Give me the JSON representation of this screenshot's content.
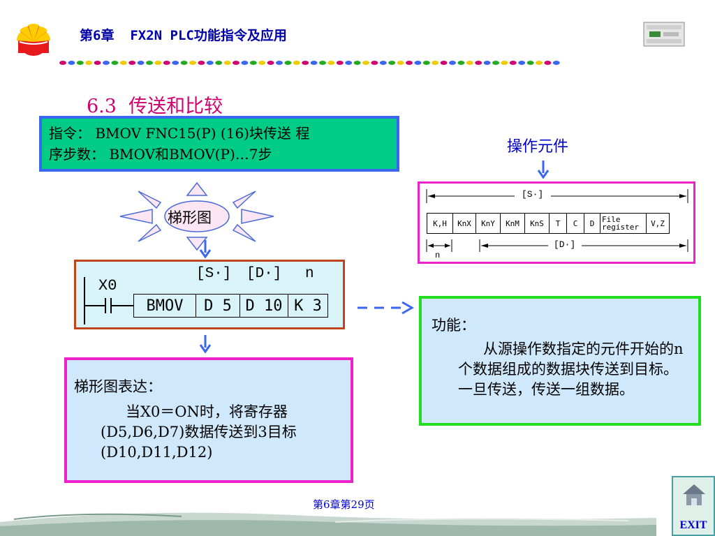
{
  "header": {
    "chapter_title": "第6章  FX2N PLC功能指令及应用"
  },
  "section_title": "6.3  传送和比较",
  "instruction": {
    "line1": "指令： BMOV FNC15(P) (16)块传送 程",
    "line2": "序步数： BMOV和BMOV(P)…7步"
  },
  "operand": {
    "label": "操作元件",
    "s_label": "[S·]",
    "d_label": "[D·]",
    "n_label": "n",
    "cells": [
      "K,H",
      "KnX",
      "KnY",
      "KnM",
      "KnS",
      "T",
      "C",
      "D",
      "File register",
      "V,Z"
    ]
  },
  "starburst_label": "梯形图",
  "ladder": {
    "contact": "X0",
    "s_head": "[S·]",
    "d_head": "[D·]",
    "n_head": "n",
    "cells": [
      "BMOV",
      "D 5",
      "D 10",
      "K 3"
    ]
  },
  "function": {
    "title": "功能：",
    "body": "从源操作数指定的元件开始的n个数据组成的数据块传送到目标。一旦传送，传送一组数据。"
  },
  "expression": {
    "title": "梯形图表达：",
    "body": "当X0＝ON时，将寄存器(D5,D6,D7)数据传送到3目标(D10,D11,D12)"
  },
  "footer": {
    "page": "第6章第29页",
    "exit": "EXIT"
  },
  "colors": {
    "title_blue": "#0000aa",
    "section_magenta": "#d0006e",
    "instr_green": "#00cc88",
    "box_light_blue": "#cfe8fb",
    "func_border": "#22dd22",
    "magenta_border": "#ee22cc"
  },
  "icons": [
    "company-logo-icon",
    "plc-device-icon",
    "home-icon",
    "arrow-down-icon",
    "arrow-right-dashed-icon"
  ]
}
